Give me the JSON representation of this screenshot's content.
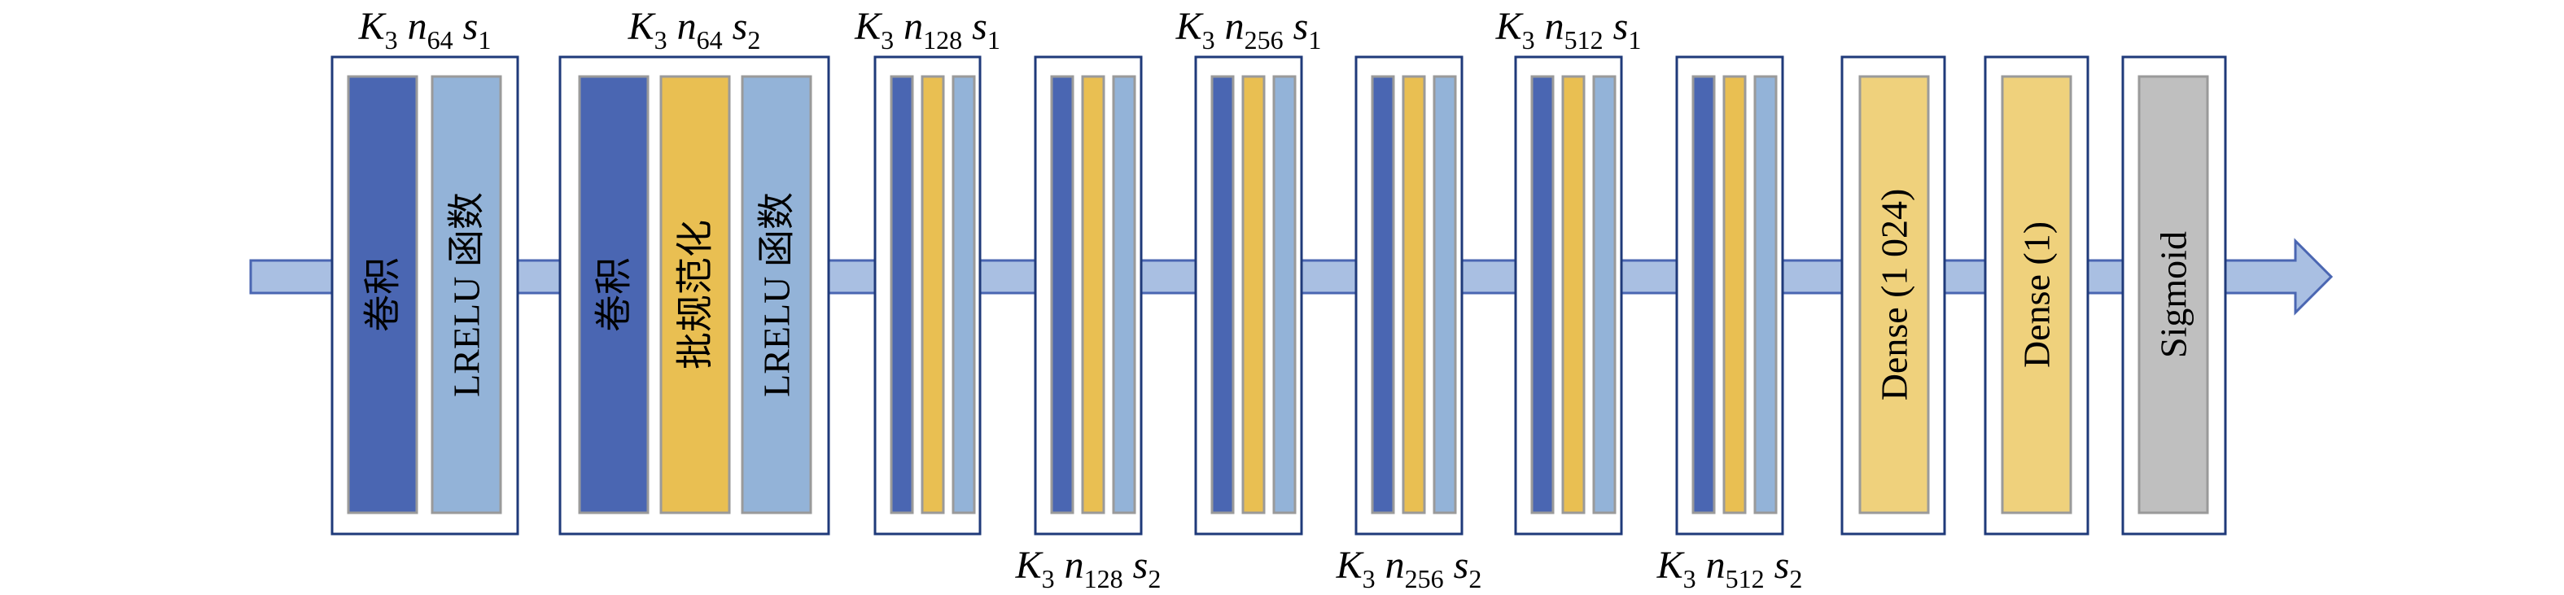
{
  "colors": {
    "conv": "#4a66b2",
    "bn": "#e9bf52",
    "act": "#93b3d8",
    "dense": "#efd17c",
    "sigmoid": "#bfbfbf",
    "arrow_fill": "#a9bfe2",
    "arrow_stroke": "#4a66b2",
    "block_border": "#1f3a7a"
  },
  "arrow": {
    "direction": "left-to-right"
  },
  "blocks": [
    {
      "name": "block-1",
      "label": {
        "k": "K",
        "k_sub": "3",
        "n": "n",
        "n_sub": "64",
        "s": "s",
        "s_sub": "1",
        "position": "top"
      },
      "bars": [
        {
          "kind": "conv",
          "text": "卷积"
        },
        {
          "kind": "act",
          "text": "LRELU 函数"
        }
      ]
    },
    {
      "name": "block-2",
      "label": {
        "k": "K",
        "k_sub": "3",
        "n": "n",
        "n_sub": "64",
        "s": "s",
        "s_sub": "2",
        "position": "top"
      },
      "bars": [
        {
          "kind": "conv",
          "text": "卷积"
        },
        {
          "kind": "bn",
          "text": "批规范化"
        },
        {
          "kind": "act",
          "text": "LRELU 函数"
        }
      ]
    },
    {
      "name": "block-3",
      "label": {
        "k": "K",
        "k_sub": "3",
        "n": "n",
        "n_sub": "128",
        "s": "s",
        "s_sub": "1",
        "position": "top"
      },
      "bars": [
        {
          "kind": "conv",
          "text": ""
        },
        {
          "kind": "bn",
          "text": ""
        },
        {
          "kind": "act",
          "text": ""
        }
      ]
    },
    {
      "name": "block-4",
      "label": {
        "k": "K",
        "k_sub": "3",
        "n": "n",
        "n_sub": "128",
        "s": "s",
        "s_sub": "2",
        "position": "bottom"
      },
      "bars": [
        {
          "kind": "conv",
          "text": ""
        },
        {
          "kind": "bn",
          "text": ""
        },
        {
          "kind": "act",
          "text": ""
        }
      ]
    },
    {
      "name": "block-5",
      "label": {
        "k": "K",
        "k_sub": "3",
        "n": "n",
        "n_sub": "256",
        "s": "s",
        "s_sub": "1",
        "position": "top"
      },
      "bars": [
        {
          "kind": "conv",
          "text": ""
        },
        {
          "kind": "bn",
          "text": ""
        },
        {
          "kind": "act",
          "text": ""
        }
      ]
    },
    {
      "name": "block-6",
      "label": {
        "k": "K",
        "k_sub": "3",
        "n": "n",
        "n_sub": "256",
        "s": "s",
        "s_sub": "2",
        "position": "bottom"
      },
      "bars": [
        {
          "kind": "conv",
          "text": ""
        },
        {
          "kind": "bn",
          "text": ""
        },
        {
          "kind": "act",
          "text": ""
        }
      ]
    },
    {
      "name": "block-7",
      "label": {
        "k": "K",
        "k_sub": "3",
        "n": "n",
        "n_sub": "512",
        "s": "s",
        "s_sub": "1",
        "position": "top"
      },
      "bars": [
        {
          "kind": "conv",
          "text": ""
        },
        {
          "kind": "bn",
          "text": ""
        },
        {
          "kind": "act",
          "text": ""
        }
      ]
    },
    {
      "name": "block-8",
      "label": {
        "k": "K",
        "k_sub": "3",
        "n": "n",
        "n_sub": "512",
        "s": "s",
        "s_sub": "2",
        "position": "bottom"
      },
      "bars": [
        {
          "kind": "conv",
          "text": ""
        },
        {
          "kind": "bn",
          "text": ""
        },
        {
          "kind": "act",
          "text": ""
        }
      ]
    },
    {
      "name": "block-dense-1024",
      "label": null,
      "bars": [
        {
          "kind": "dense",
          "text": "Dense (1 024)"
        }
      ]
    },
    {
      "name": "block-dense-1",
      "label": null,
      "bars": [
        {
          "kind": "dense",
          "text": "Dense (1)"
        }
      ]
    },
    {
      "name": "block-sigmoid",
      "label": null,
      "bars": [
        {
          "kind": "sigmoid",
          "text": "Sigmoid"
        }
      ]
    }
  ]
}
